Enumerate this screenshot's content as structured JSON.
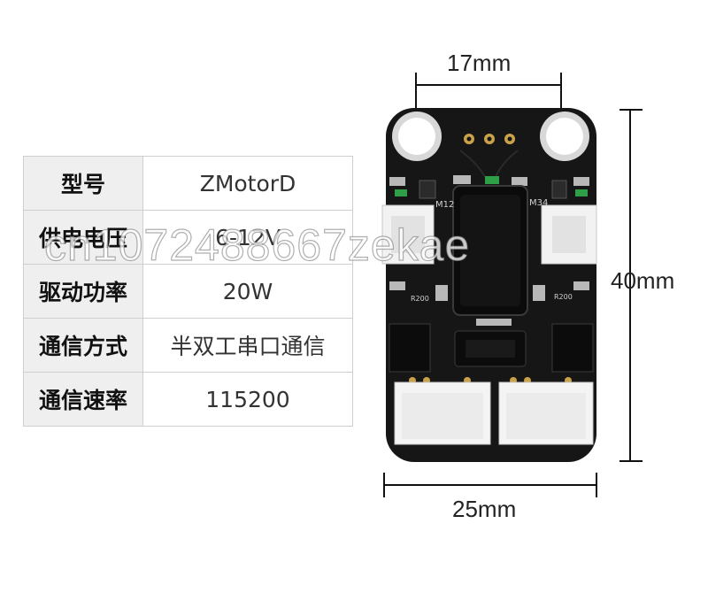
{
  "spec_rows": [
    {
      "label": "型号",
      "value": "ZMotorD"
    },
    {
      "label": "供电电压",
      "value": "6-12V"
    },
    {
      "label": "驱动功率",
      "value": "20W"
    },
    {
      "label": "通信方式",
      "value": "半双工串口通信"
    },
    {
      "label": "通信速率",
      "value": "115200"
    }
  ],
  "dimensions": {
    "hole_spacing": "17mm",
    "height": "40mm",
    "width": "25mm"
  },
  "board_silkscreen": {
    "m12": "M12",
    "m34": "M34",
    "r200_left": "R200",
    "r200_right": "R200"
  },
  "watermark": "cn1072488667zekae",
  "colors": {
    "pcb": "#161616",
    "connector": "#f2f2f2",
    "led": "#2e9e47"
  }
}
